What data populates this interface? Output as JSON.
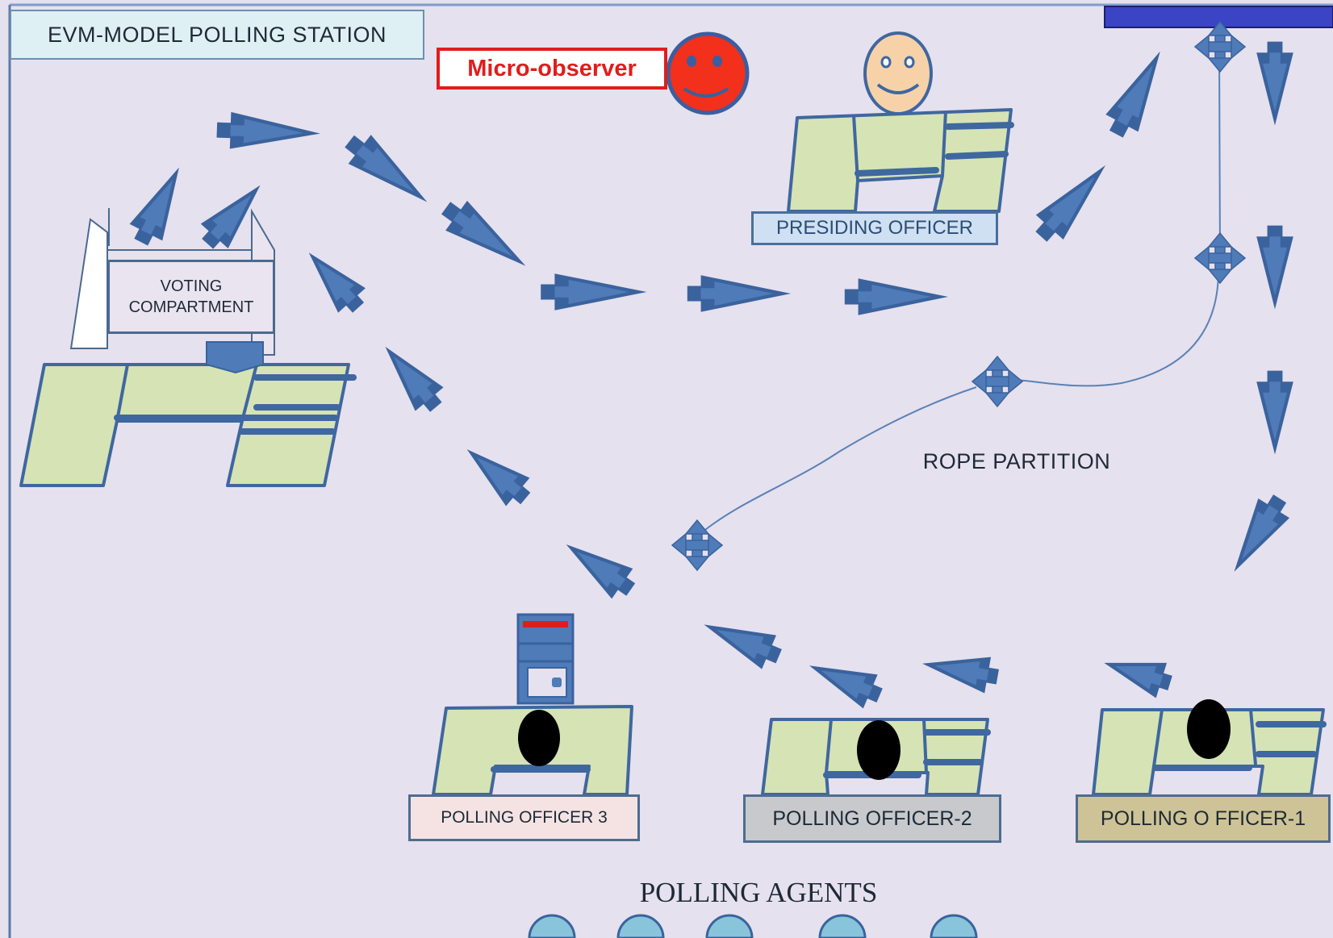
{
  "title": "EVM-MODEL POLLING STATION",
  "micro_observer": "Micro-observer",
  "voting_compartment": {
    "line1": "VOTING",
    "line2": "COMPARTMENT"
  },
  "presiding_officer": "PRESIDING OFFICER",
  "rope_partition": "ROPE PARTITION",
  "polling_officer_3": "POLLING OFFICER 3",
  "polling_officer_2": "POLLING OFFICER-2",
  "polling_officer_1": "POLLING O FFICER-1",
  "polling_agents": "POLLING AGENTS",
  "colors": {
    "background": "#e6e1ee",
    "arrow": "#4f7bb8",
    "desk": "#d6e3b4",
    "micro_observer": "#e01d1d",
    "presiding_face": "#f7d2a8",
    "agent": "#88c4da",
    "entrance_bar": "#3a44c4"
  },
  "icons": [
    "smiley-red-icon",
    "smiley-face-icon",
    "move-cross-icon",
    "evm-unit-icon"
  ]
}
